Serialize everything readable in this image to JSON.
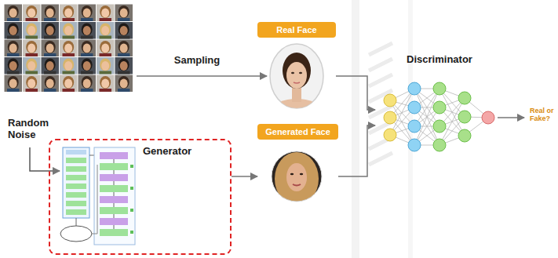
{
  "diagram": {
    "nodes": [
      {
        "text": [
          "Real Face"
        ]
      },
      {
        "text": [
          "Generator"
        ]
      },
      {
        "text": [
          "Generated Face"
        ]
      },
      {
        "text": [
          "Discriminator"
        ]
      }
    ],
    "edges": [
      {
        "from": 1,
        "to": 2,
        "arrow": "to"
      },
      {
        "from": 0,
        "to": 3,
        "arrow": "to"
      },
      {
        "from": 2,
        "to": 3,
        "arrow": "to"
      }
    ],
    "labels": [
      "Sampling",
      "Random Noise",
      "Real or Fake?"
    ]
  }
}
